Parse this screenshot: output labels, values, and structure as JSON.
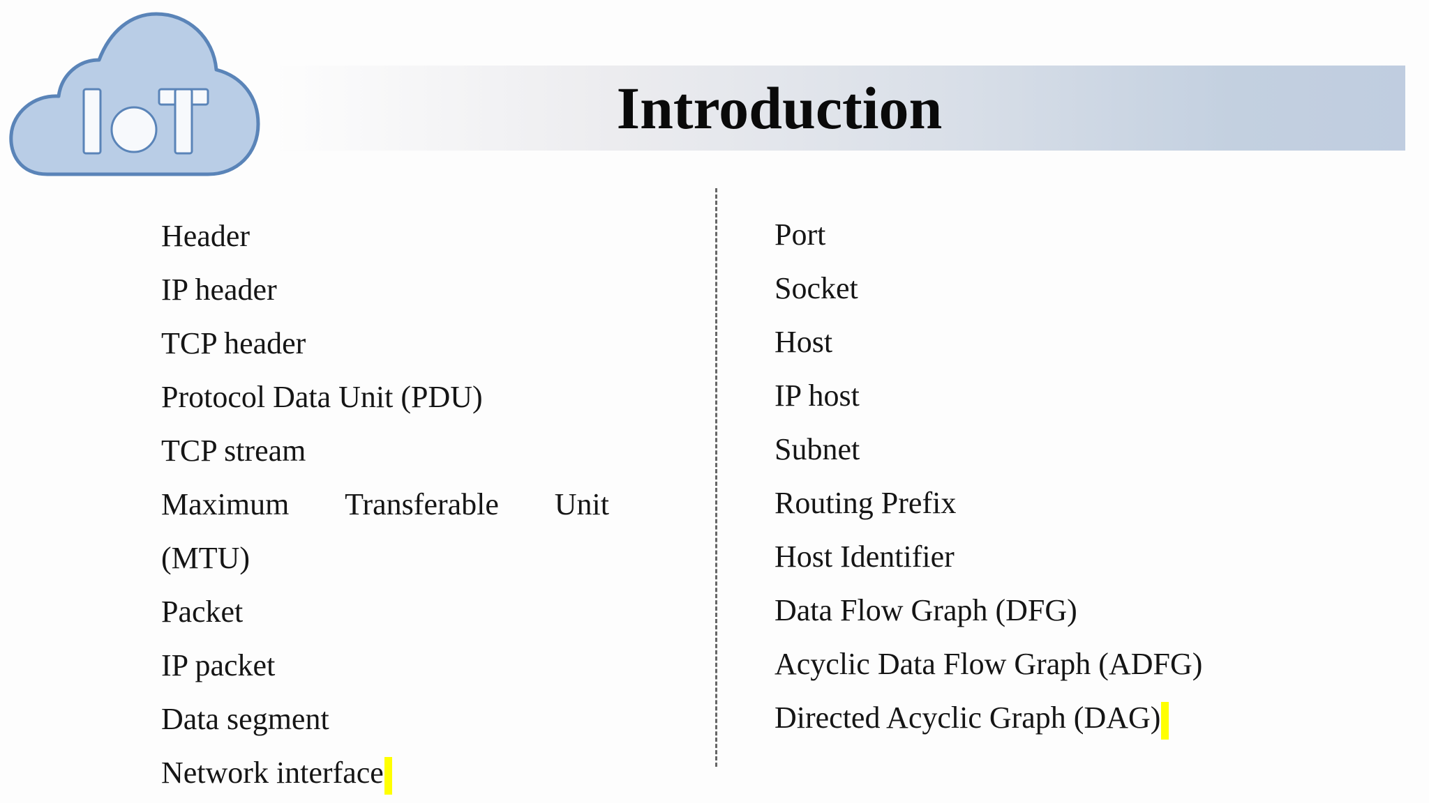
{
  "logo": {
    "text": "IoT",
    "icon": "cloud-icon",
    "colors": {
      "fill": "#b9cde6",
      "stroke": "#5a84b8"
    }
  },
  "title": "Introduction",
  "left_column": {
    "items": [
      "Header",
      "IP header",
      "TCP header",
      "Protocol Data Unit (PDU)",
      "TCP stream"
    ],
    "mtu_line_words": [
      "Maximum",
      "Transferable",
      "Unit"
    ],
    "mtu_line_continuation": "(MTU)",
    "items_after": [
      "Packet",
      "IP packet",
      "Data segment",
      "Network interface"
    ]
  },
  "right_column": {
    "items": [
      "Port",
      "Socket",
      "Host",
      "IP host",
      "Subnet",
      "Routing Prefix",
      "Host Identifier",
      "Data Flow Graph (DFG)",
      "Acyclic Data Flow Graph (ADFG)",
      "Directed Acyclic Graph (DAG)"
    ]
  },
  "colors": {
    "highlight_cursor": "#ffff00",
    "title_band_end": "#c0cde0",
    "divider": "#666666"
  }
}
